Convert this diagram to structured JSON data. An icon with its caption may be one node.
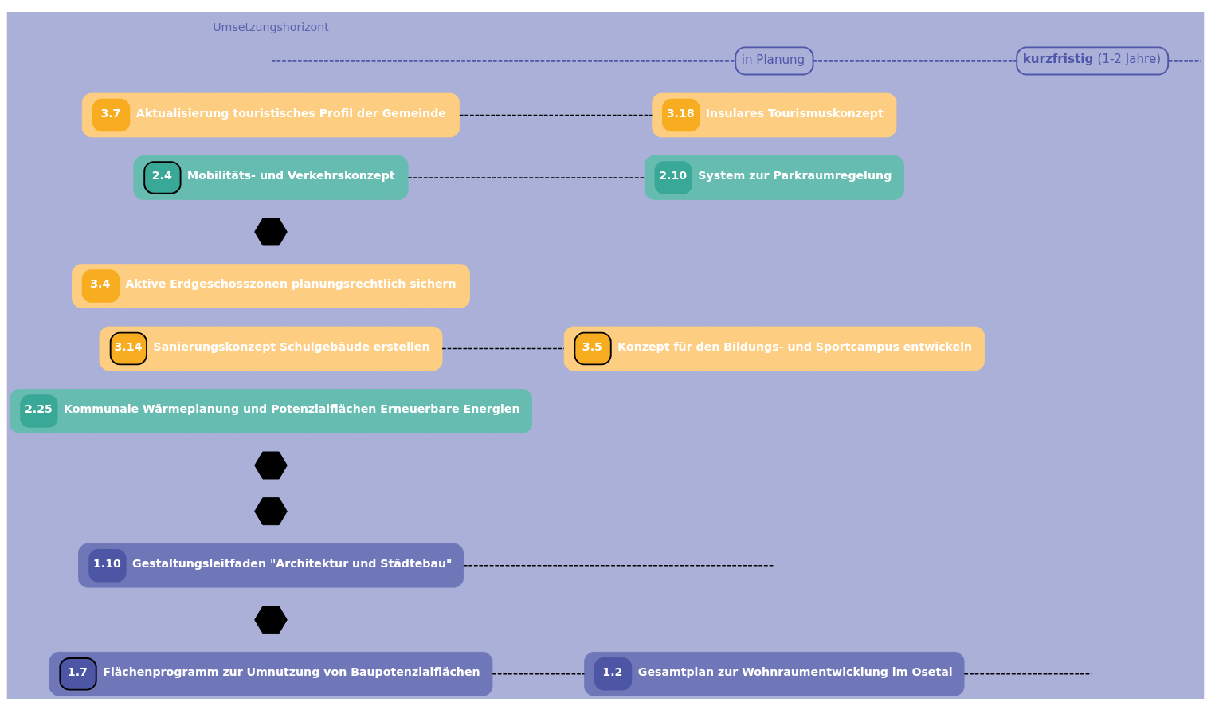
{
  "diagram": {
    "nodes": [
      {
        "text": [
          "1.7",
          "Flächenprogramm zur Umnutzung von Baupotenzialflächen"
        ]
      },
      {
        "text": [],
        "shape": "hexagon"
      },
      {
        "text": [
          "1.10",
          "Gestaltungsleitfaden \"Architektur und Städtebau\""
        ]
      },
      {
        "text": [],
        "shape": "hexagon"
      },
      {
        "text": [
          "1.2",
          "Gesamtplan zur Wohnraumentwicklung im Osetal"
        ]
      },
      {
        "text": [],
        "shape": "hexagon"
      },
      {
        "text": [
          "2.25",
          "Kommunale Wärmeplanung und Potenzialflächen Erneuerbare Energien"
        ]
      },
      {
        "text": [
          "3.5",
          "Konzept für den Bildungs- und Sportcampus entwickeln"
        ]
      },
      {
        "text": [
          "3.14",
          "Sanierungskonzept Schulgebäude erstellen"
        ]
      },
      {
        "text": [
          "3.4",
          "Aktive Erdgeschosszonen planungsrechtlich sichern"
        ]
      },
      {
        "text": [],
        "shape": "hexagon"
      },
      {
        "text": [
          "2.4",
          "Mobilitäts- und Verkehrskonzept"
        ]
      },
      {
        "text": [
          "3.7",
          "Aktualisierung touristisches Profil der Gemeinde"
        ]
      },
      {
        "text": [
          "2.10",
          "System zur Parkraumregelung"
        ]
      },
      {
        "text": [
          "3.18",
          "Insulares Tourismuskonzept"
        ]
      },
      {
        "text": [
          "in Planung"
        ]
      },
      {
        "text": [
          "**kurzfristig** (1-2 Jahre)"
        ]
      }
    ],
    "edges": [
      {
        "from": 0,
        "to": 4,
        "arrow": "none",
        "style": "dashed"
      },
      {
        "from": 2,
        "to": null,
        "arrow": "none",
        "style": "dashed"
      },
      {
        "from": 4,
        "to": null,
        "arrow": "none",
        "style": "dashed"
      },
      {
        "from": 8,
        "to": 7,
        "arrow": "none",
        "style": "dashed"
      },
      {
        "from": 11,
        "to": 13,
        "arrow": "none",
        "style": "dashed"
      },
      {
        "from": 12,
        "to": 14,
        "arrow": "none",
        "style": "dashed"
      },
      {
        "from": null,
        "to": 15,
        "arrow": "none",
        "style": "dashed",
        "color": "#4f57a8"
      },
      {
        "from": 15,
        "to": 16,
        "arrow": "none",
        "style": "dashed",
        "color": "#4f57a8"
      },
      {
        "from": 16,
        "to": null,
        "arrow": "none",
        "style": "dashed",
        "color": "#4f57a8"
      }
    ],
    "labels": [
      "Umsetzungshorizont"
    ]
  }
}
